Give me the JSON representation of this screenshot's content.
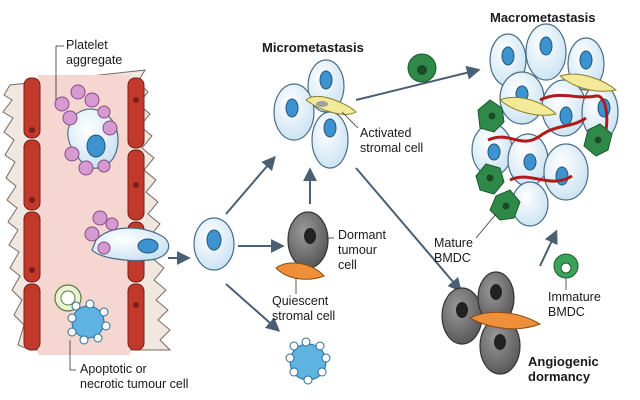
{
  "titles": {
    "micrometastasis": "Micrometastasis",
    "macrometastasis": "Macrometastasis",
    "angiogenic_dormancy": "Angiogenic\ndormancy"
  },
  "labels": {
    "platelet_aggregate": "Platelet\naggregate",
    "apoptotic": "Apoptotic or\nnecrotic tumour cell",
    "activated_stromal": "Activated\nstromal cell",
    "dormant_tumour": "Dormant\ntumour\ncell",
    "quiescent_stromal": "Quiescent\nstromal cell",
    "mature_bmdc": "Mature\nBMDC",
    "immature_bmdc": "Immature\nBMDC"
  },
  "colors": {
    "vessel_wall": "#c0392b",
    "vessel_lumen": "#f6d6d0",
    "tumour_cell": "#dceef8",
    "nucleus": "#3d93cf",
    "platelet": "#d59ad0",
    "stromal_active": "#f2ea98",
    "stromal_quiescent": "#ef8f3a",
    "dormant_cell": "#7a7a7a",
    "bmdc_mature": "#2f8a4a",
    "bmdc_immature": "#3aa35a",
    "blood_vessel_new": "#b01a1a"
  }
}
